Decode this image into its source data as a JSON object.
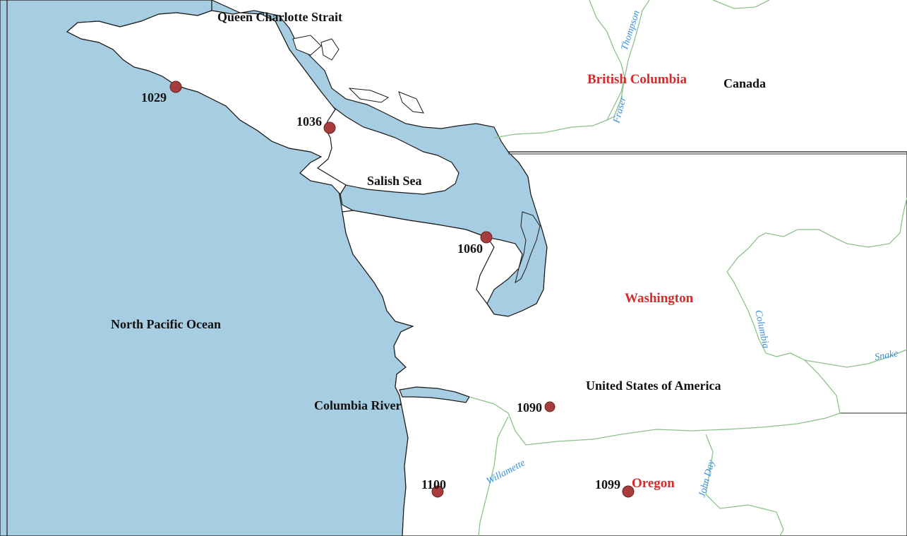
{
  "colors": {
    "water": "#a6cde2",
    "land": "#ffffff",
    "coast": "#1a1a1a",
    "river": "#8cc28a",
    "border": "#555555",
    "state_label": "#d62b2b",
    "river_label": "#3a8fdc",
    "marker": "#a83c3c"
  },
  "water_labels": {
    "queen_charlotte": "Queen Charlotte Strait",
    "salish_sea": "Salish Sea",
    "pacific": "North Pacific Ocean",
    "columbia_river": "Columbia River"
  },
  "region_labels": {
    "british_columbia": "British Columbia",
    "canada": "Canada",
    "washington": "Washington",
    "usa": "United States of America",
    "oregon": "Oregon"
  },
  "river_labels": {
    "thompson": "Thompson",
    "fraser": "Fraser",
    "columbia": "Columbia",
    "snake": "Snake",
    "willamette": "Willamette",
    "john_day": "John Day"
  },
  "stations": [
    {
      "id": "1029"
    },
    {
      "id": "1036"
    },
    {
      "id": "1060"
    },
    {
      "id": "1090"
    },
    {
      "id": "1100"
    },
    {
      "id": "1099"
    }
  ]
}
